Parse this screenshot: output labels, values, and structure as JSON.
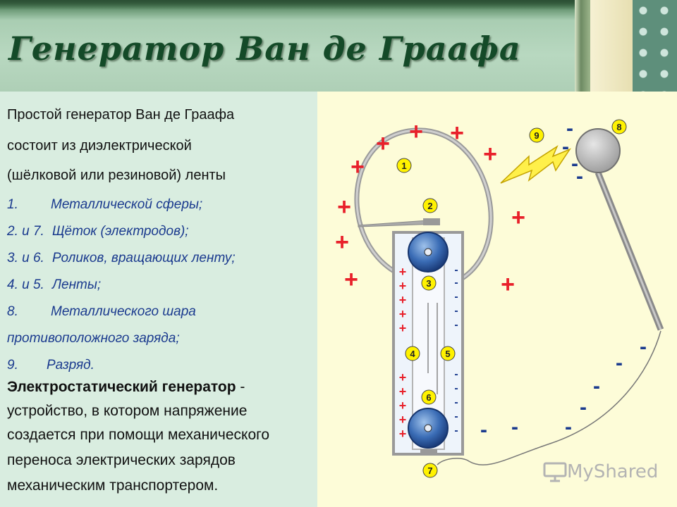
{
  "title": "Генератор Ван де Граафа",
  "intro": [
    "Простой генератор Ван де Граафа",
    "состоит из диэлектрической",
    "(шёлковой или резиновой) ленты"
  ],
  "items": [
    {
      "num": "1.",
      "text": "Металлической сферы;"
    },
    {
      "num": "2. и 7.",
      "text": "Щёток (электродов);"
    },
    {
      "num": "3. и 6.",
      "text": "Роликов, вращающих ленту;"
    },
    {
      "num": "4. и 5.",
      "text": "Ленты;"
    },
    {
      "num": "8.",
      "text": "Металлического шара"
    },
    {
      "num": "",
      "text": "противоположного заряда;"
    },
    {
      "num": "9.",
      "text": "Разряд."
    }
  ],
  "definition": {
    "term": "Электростатический генератор",
    "lines": [
      " -",
      "устройство, в котором напряжение",
      "создается при помощи механического",
      "переноса электрических зарядов",
      "механическим транспортером."
    ]
  },
  "diagram": {
    "labels": [
      "1",
      "2",
      "3",
      "4",
      "5",
      "6",
      "7",
      "8",
      "9"
    ],
    "plus": "+",
    "minus": "-"
  },
  "watermark": "MyShared",
  "colors": {
    "accent_red": "#e8202a",
    "accent_blue": "#1a3a8e",
    "title": "#144a28"
  }
}
